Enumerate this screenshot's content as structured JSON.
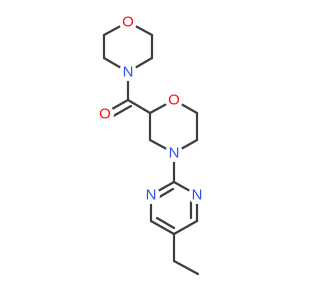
{
  "molecule": {
    "atoms": [
      {
        "id": "o_morph_top",
        "label": "O",
        "color": "#ff0d0d"
      },
      {
        "id": "n_amide",
        "label": "N",
        "color": "#3050f8"
      },
      {
        "id": "o_carbonyl",
        "label": "O",
        "color": "#ff0d0d"
      },
      {
        "id": "o_ring",
        "label": "O",
        "color": "#ff0d0d"
      },
      {
        "id": "n_ring",
        "label": "N",
        "color": "#3050f8"
      },
      {
        "id": "n_pyr_left",
        "label": "N",
        "color": "#3050f8"
      },
      {
        "id": "n_pyr_right",
        "label": "N",
        "color": "#3050f8"
      }
    ],
    "bond_color": "#3d3d3d"
  }
}
